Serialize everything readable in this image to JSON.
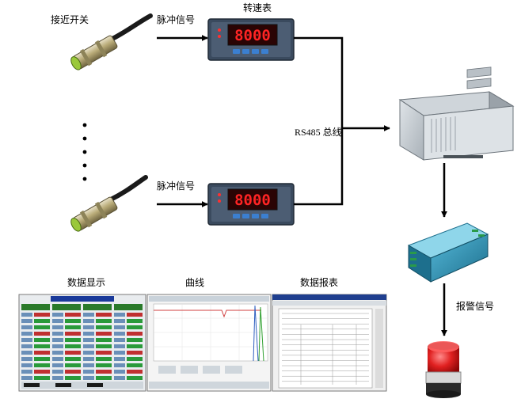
{
  "labels": {
    "proximity_switch": "接近开关",
    "pulse_signal_top": "脉冲信号",
    "pulse_signal_bottom": "脉冲信号",
    "tachometer": "转速表",
    "rs485_bus": "RS485 总线",
    "data_display": "数据显示",
    "curve": "曲线",
    "data_report": "数据报表",
    "alarm_signal": "报警信号"
  },
  "meter": {
    "readout": "8000"
  },
  "colors": {
    "meter_body": "#3a4a5e",
    "meter_display": "#b01010",
    "screen_blue": "#1a3a9a",
    "screen_green": "#2a7a2a",
    "lamp_red": "#d01818",
    "module_teal": "#2a8aa8"
  }
}
